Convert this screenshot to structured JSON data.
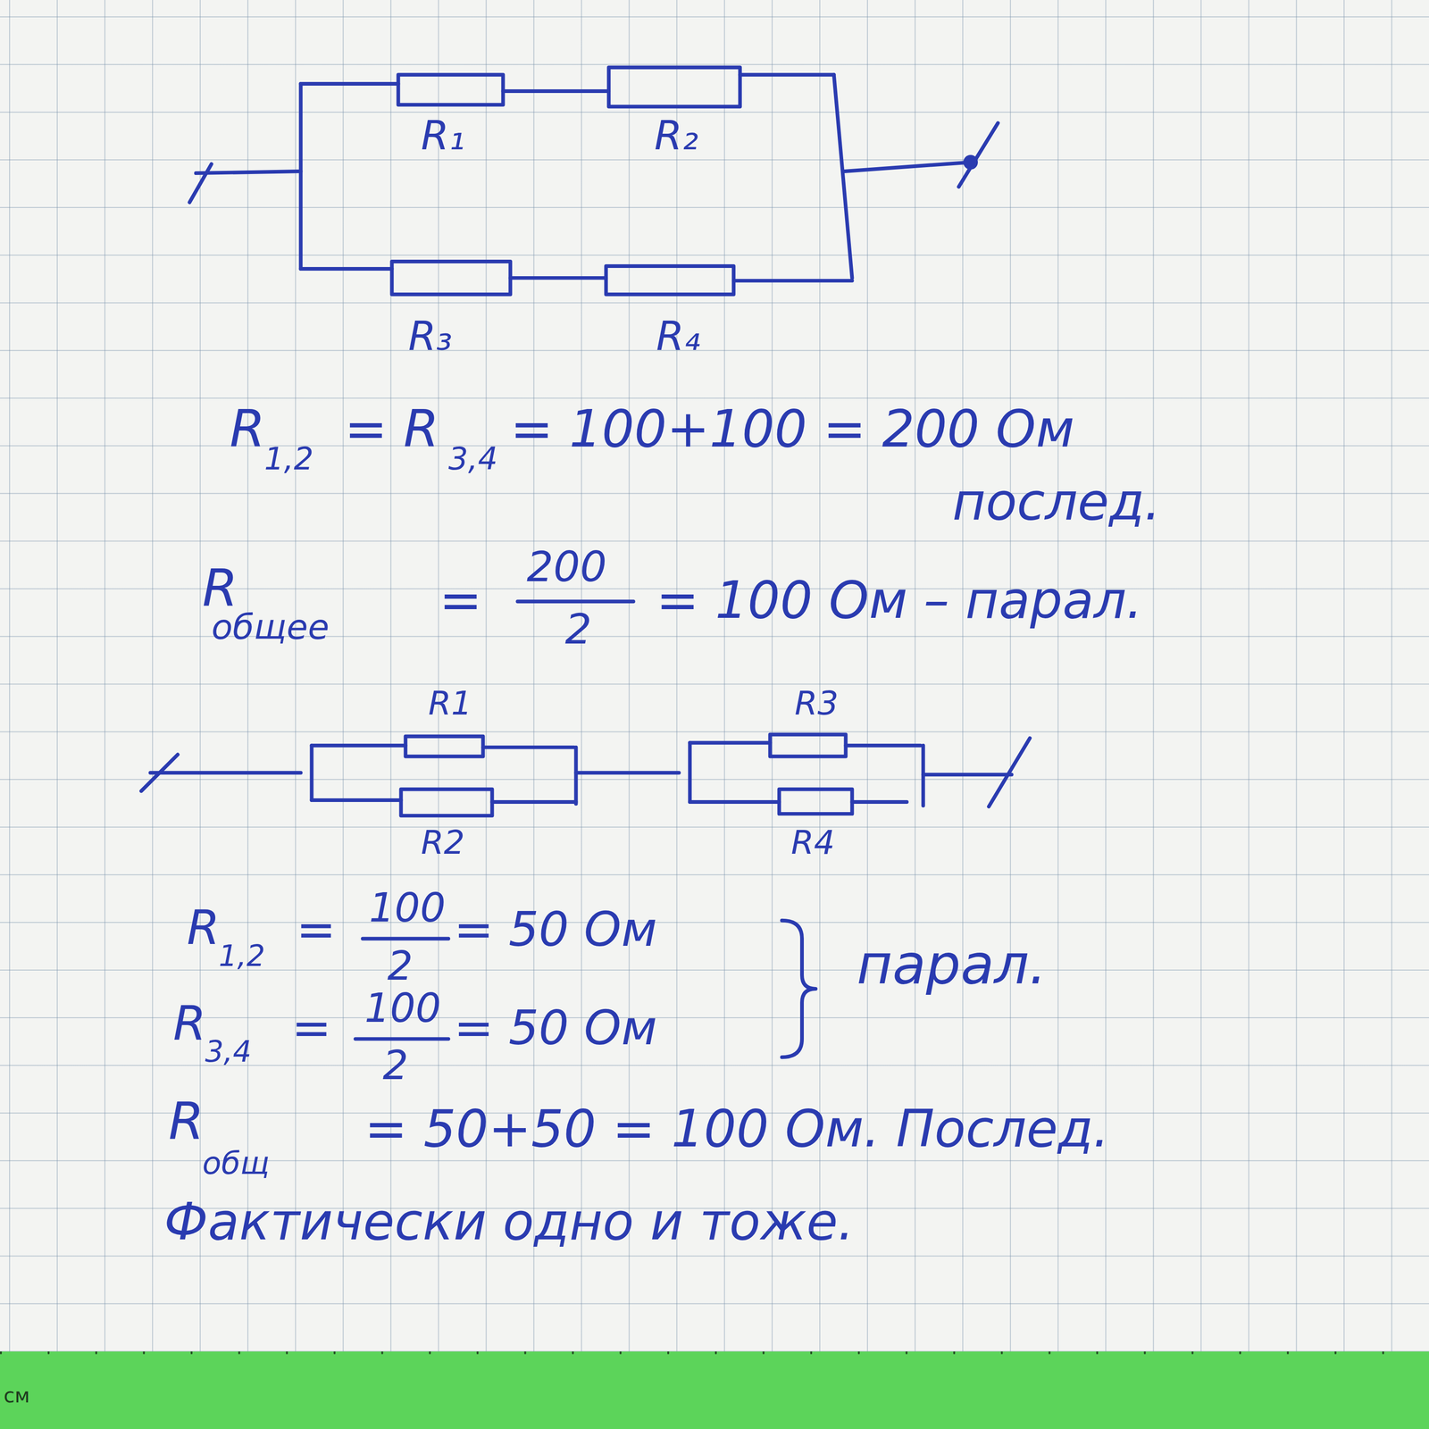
{
  "diagram": {
    "labels": [
      "R₁",
      "R₂",
      "R₃",
      "R₄",
      "R",
      "1,2",
      "= R",
      "3,4",
      "= 100+100 = 200 Ом",
      "послед.",
      "R",
      "общее",
      "=",
      "200",
      "2",
      "= 100 Ом – парал.",
      "R1",
      "R2",
      "R3",
      "R4",
      "R",
      "1,2",
      "=",
      "100",
      "2",
      "= 50 Ом",
      "R",
      "3,4",
      "=",
      "100",
      "2",
      "= 50 Ом",
      "парал.",
      "R",
      "общ",
      "= 50+50 = 100 Ом. Послед.",
      "Фактически одно и тоже.",
      "см"
    ]
  }
}
